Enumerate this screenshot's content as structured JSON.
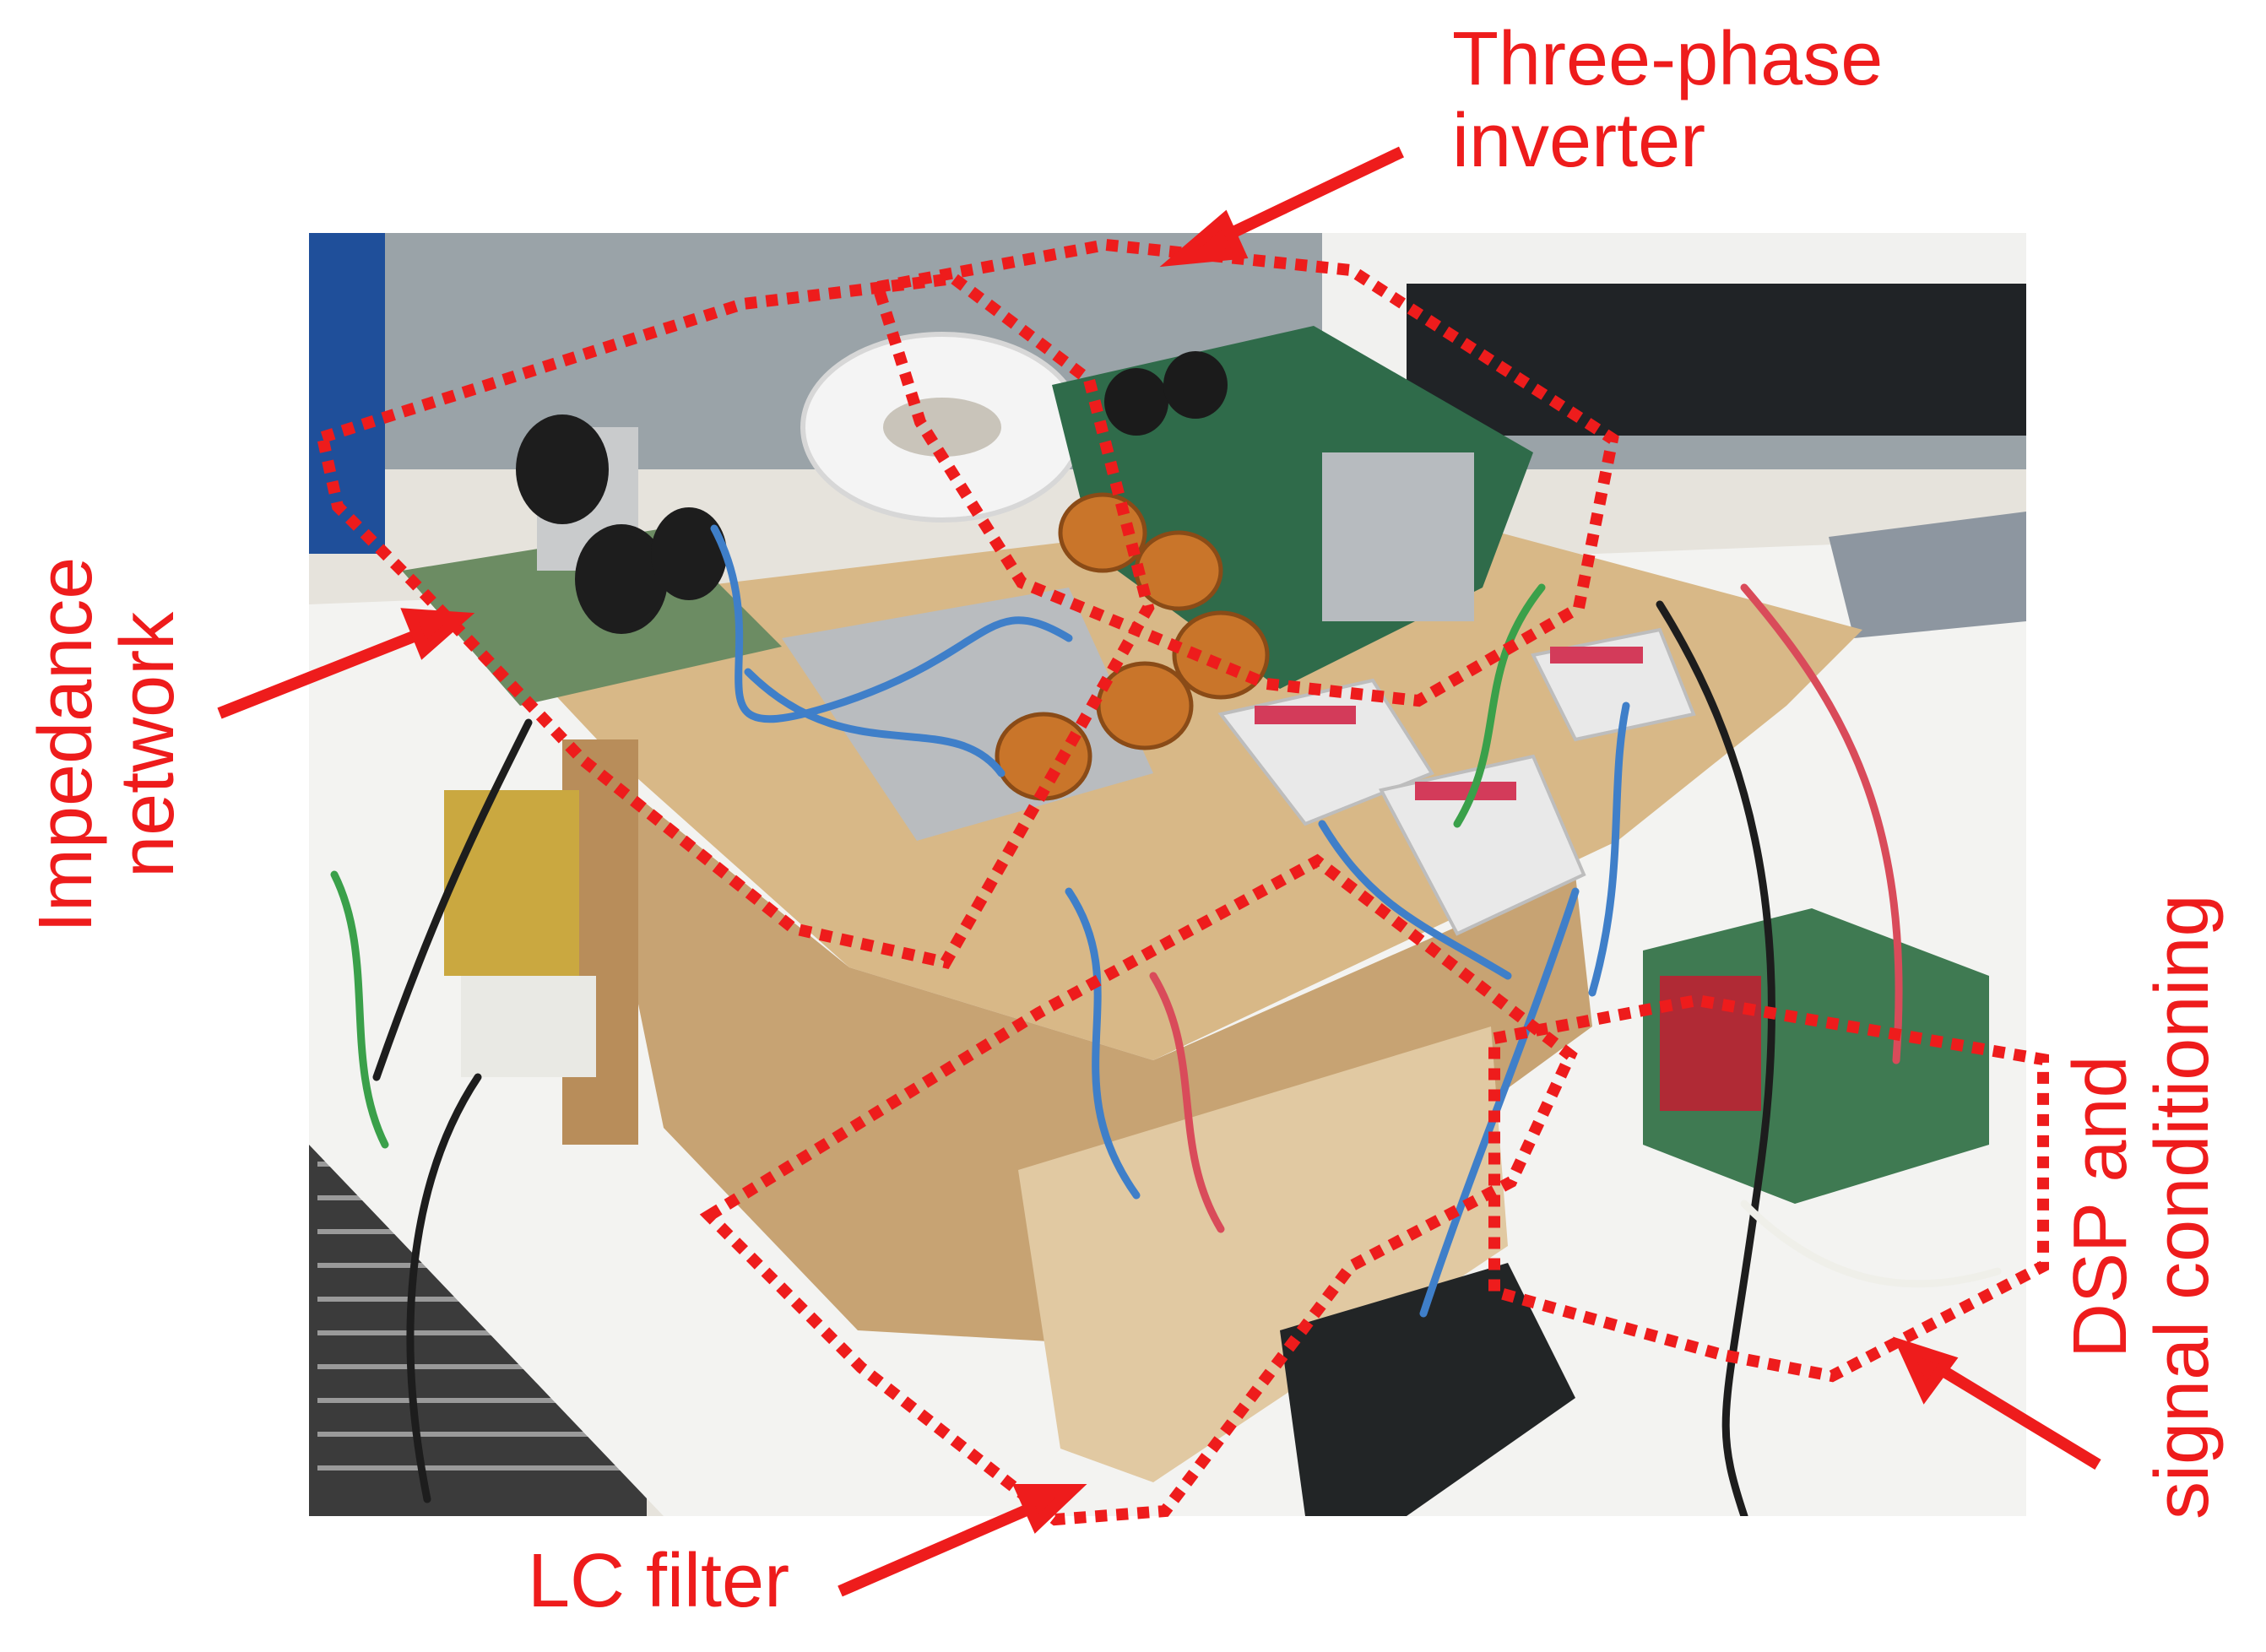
{
  "labels": {
    "inverter": [
      "Three-phase",
      "inverter"
    ],
    "impedance": [
      "Impedance",
      "network"
    ],
    "lc_filter": "LC filter",
    "dsp": [
      "DSP and",
      "signal conditioning"
    ]
  },
  "colors": {
    "annotation": "#ee1c1c",
    "wood": "#cfae7d",
    "board_green": "#2f6b4a",
    "copper": "#c9752a",
    "breaker": "#e9e9e9",
    "wire_blue": "#3f7fc9"
  }
}
